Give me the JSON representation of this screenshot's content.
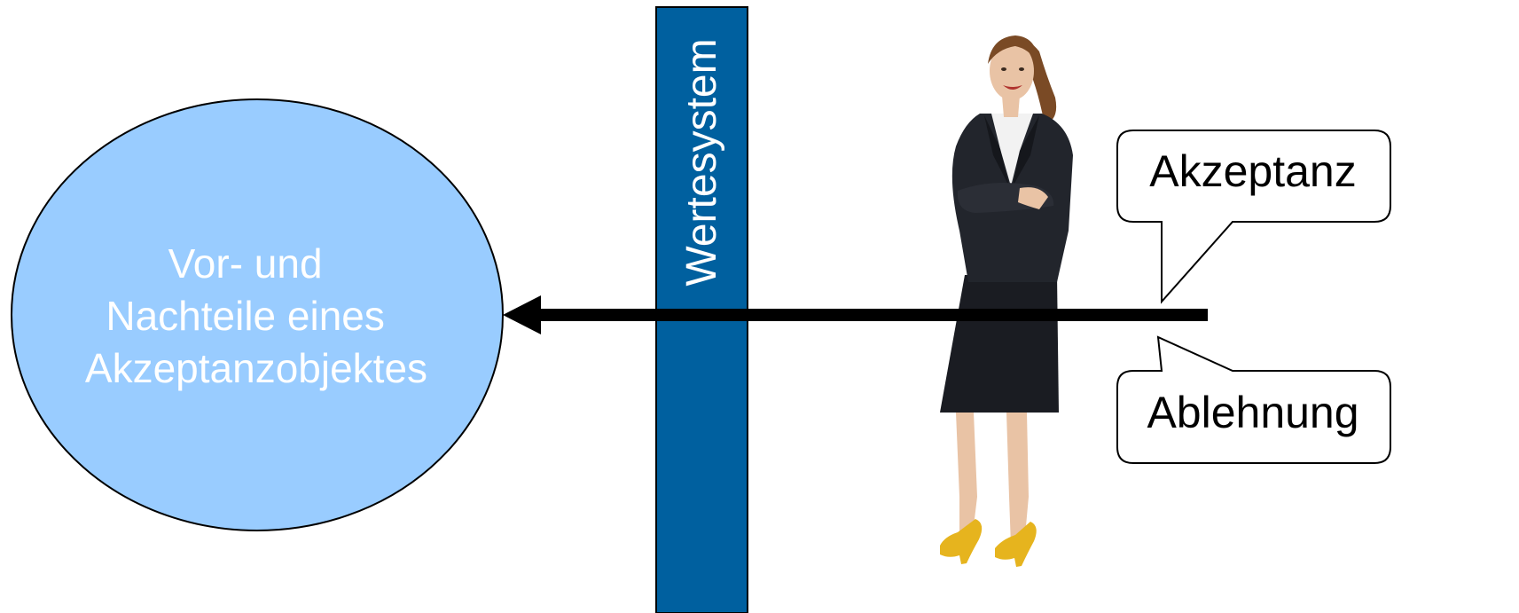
{
  "colors": {
    "ellipse_fill": "#99CCFF",
    "bar_fill": "#00609F",
    "arrow": "#000000",
    "suit": "#1a1c22",
    "shoes": "#E6B41E",
    "skin": "#E9C3A5",
    "hair": "#7A4A25"
  },
  "ellipse": {
    "lines": [
      "Vor- und",
      "Nachteile eines",
      "Akzeptanzobjektes"
    ]
  },
  "bar": {
    "label": "Wertesystem"
  },
  "callouts": {
    "top": "Akzeptanz",
    "bottom": "Ablehnung"
  },
  "person": {
    "icon": "businesswoman-figure"
  }
}
